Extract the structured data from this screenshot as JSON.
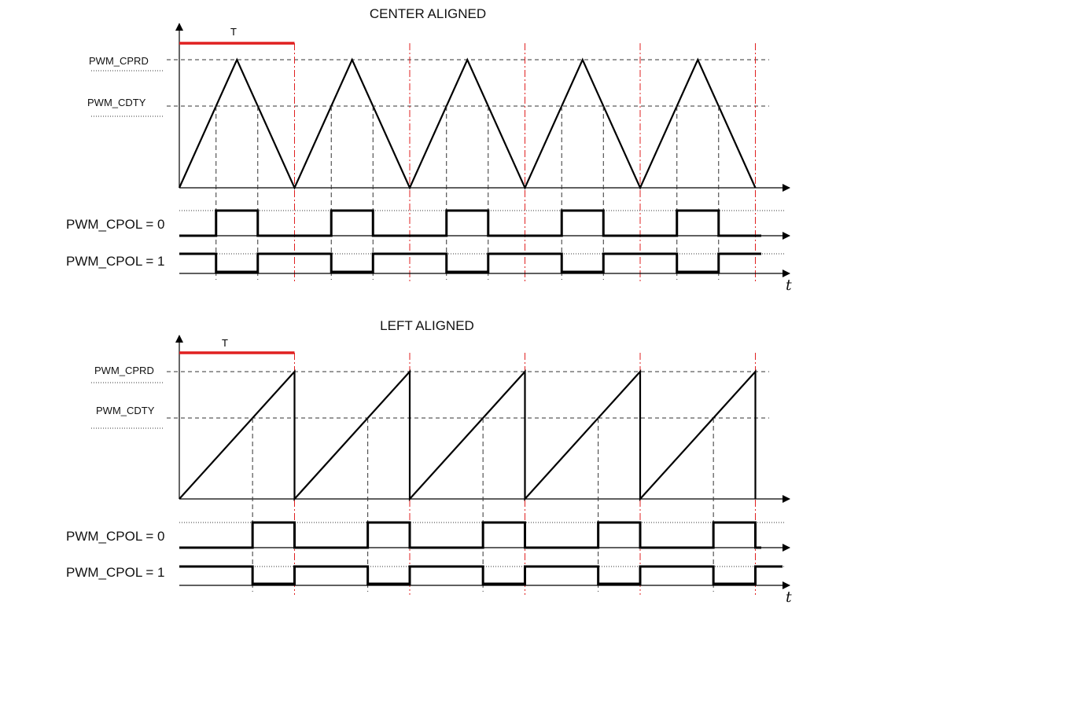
{
  "panels": [
    {
      "id": "center",
      "title": "CENTER ALIGNED",
      "period_label": "T",
      "cprd_label": "PWM_CPRD",
      "cdty_label": "PWM_CDTY",
      "pol0_label": "PWM_CPOL = 0",
      "pol1_label": "PWM_CPOL = 1",
      "time_label": "t",
      "mode": "center",
      "periods": 5
    },
    {
      "id": "left",
      "title": "LEFT ALIGNED",
      "period_label": "T",
      "cprd_label": "PWM_CPRD",
      "cdty_label": "PWM_CDTY",
      "pol0_label": "PWM_CPOL = 0",
      "pol1_label": "PWM_CPOL = 1",
      "time_label": "t",
      "mode": "left",
      "periods": 5
    }
  ],
  "colors": {
    "accent": "#e02020",
    "line": "#000000",
    "guide": "#333333"
  }
}
